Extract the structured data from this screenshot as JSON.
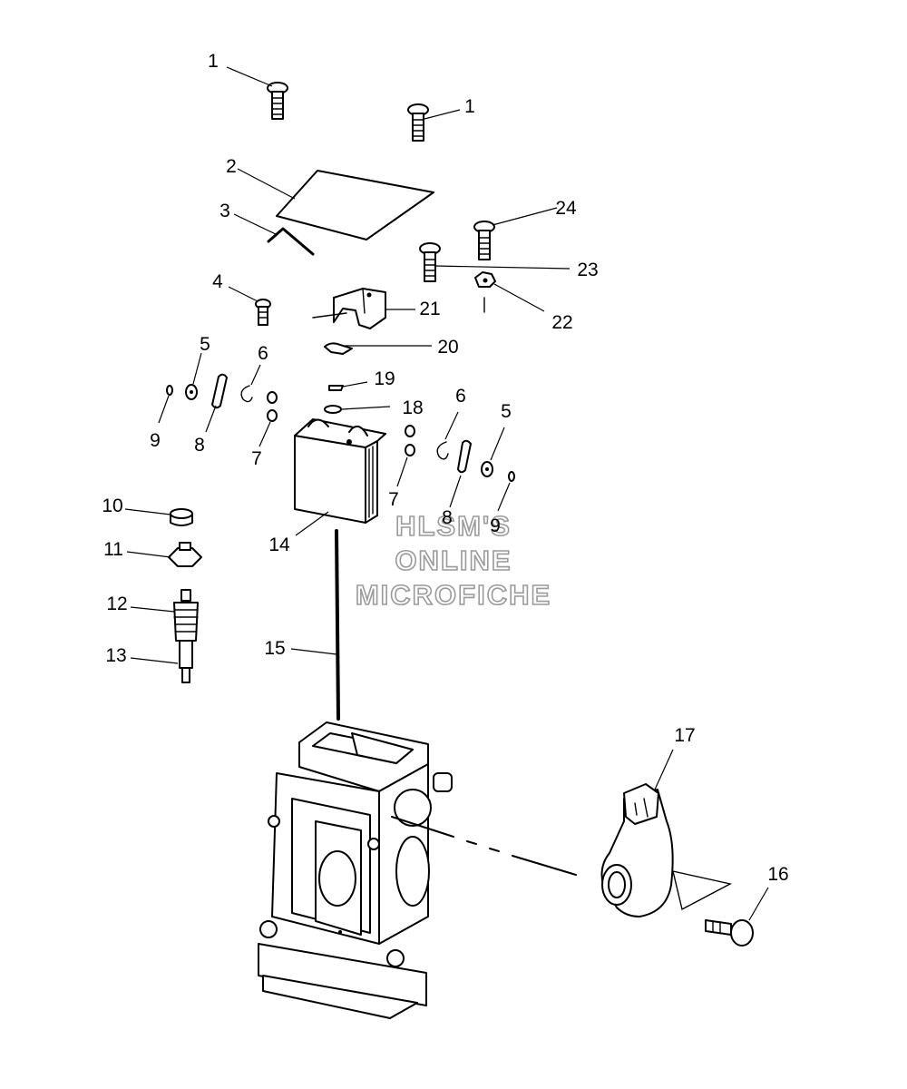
{
  "watermark": {
    "line1": "HLSM'S",
    "line2": "ONLINE",
    "line3": "MICROFICHE"
  },
  "callouts": [
    {
      "id": "c1a",
      "label": "1"
    },
    {
      "id": "c1b",
      "label": "1"
    },
    {
      "id": "c2",
      "label": "2"
    },
    {
      "id": "c3",
      "label": "3"
    },
    {
      "id": "c4",
      "label": "4"
    },
    {
      "id": "c5a",
      "label": "5"
    },
    {
      "id": "c5b",
      "label": "5"
    },
    {
      "id": "c6a",
      "label": "6"
    },
    {
      "id": "c6b",
      "label": "6"
    },
    {
      "id": "c7a",
      "label": "7"
    },
    {
      "id": "c7b",
      "label": "7"
    },
    {
      "id": "c8a",
      "label": "8"
    },
    {
      "id": "c8b",
      "label": "8"
    },
    {
      "id": "c9a",
      "label": "9"
    },
    {
      "id": "c9b",
      "label": "9"
    },
    {
      "id": "c10",
      "label": "10"
    },
    {
      "id": "c11",
      "label": "11"
    },
    {
      "id": "c12",
      "label": "12"
    },
    {
      "id": "c13",
      "label": "13"
    },
    {
      "id": "c14",
      "label": "14"
    },
    {
      "id": "c15",
      "label": "15"
    },
    {
      "id": "c16",
      "label": "16"
    },
    {
      "id": "c17",
      "label": "17"
    },
    {
      "id": "c18",
      "label": "18"
    },
    {
      "id": "c19",
      "label": "19"
    },
    {
      "id": "c20",
      "label": "20"
    },
    {
      "id": "c21",
      "label": "21"
    },
    {
      "id": "c22",
      "label": "22"
    },
    {
      "id": "c23",
      "label": "23"
    },
    {
      "id": "c24",
      "label": "24"
    }
  ]
}
